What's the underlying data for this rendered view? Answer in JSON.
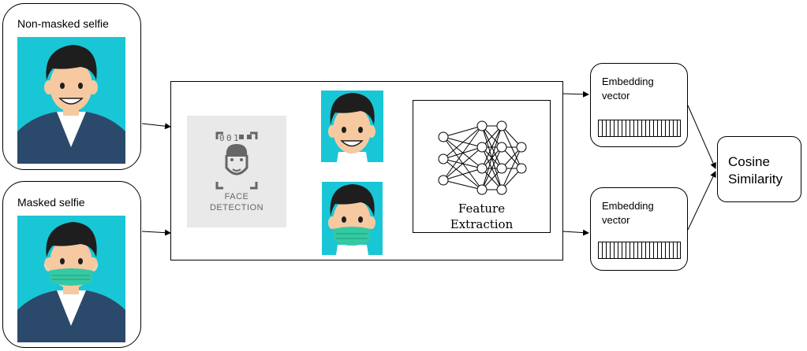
{
  "inputs": {
    "non_masked_label": "Non-masked selfie",
    "masked_label": "Masked selfie"
  },
  "pipeline": {
    "face_detection_label_line1": "FACE",
    "face_detection_label_line2": "DETECTION",
    "feature_extraction_line1": "Feature",
    "feature_extraction_line2": "Extraction"
  },
  "embeddings": {
    "top_title": "Embedding\nvector",
    "top_line1": "Embedding",
    "top_line2": "vector",
    "bottom_line1": "Embedding",
    "bottom_line2": "vector"
  },
  "output": {
    "line1": "Cosine",
    "line2": "Similarity"
  },
  "colors": {
    "portrait_bg": "#19c6d6",
    "hair": "#1e1e1e",
    "skin": "#f6c9a0",
    "suit": "#2b4a6b",
    "mask": "#34c9a3"
  }
}
